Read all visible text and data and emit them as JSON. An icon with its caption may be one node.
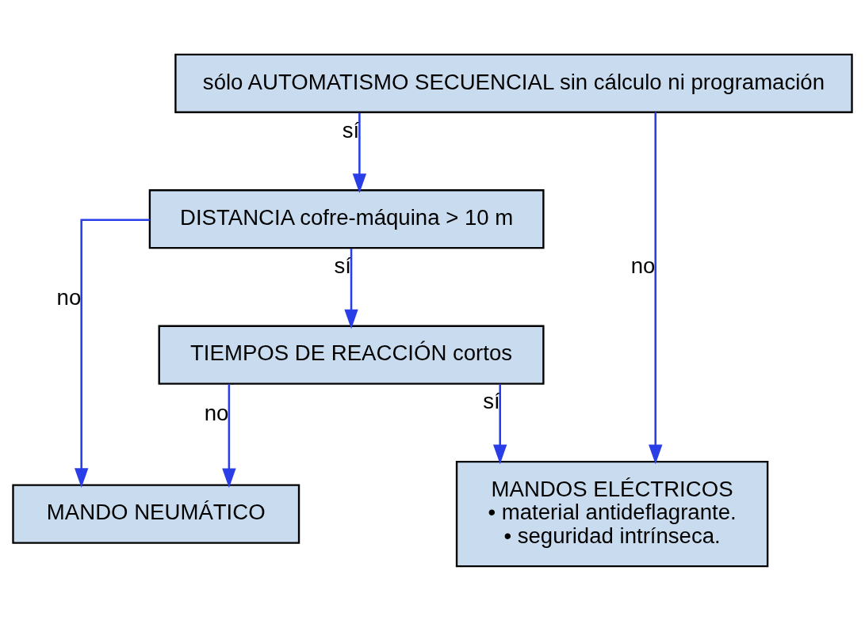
{
  "diagram": {
    "nodes": [
      {
        "text": [
          "sólo AUTOMATISMO SECUENCIAL sin cálculo ni programación"
        ]
      },
      {
        "text": [
          "DISTANCIA cofre-máquina > 10 m"
        ]
      },
      {
        "text": [
          "TIEMPOS DE REACCIÓN cortos"
        ]
      },
      {
        "text": [
          "MANDO NEUMÁTICO"
        ]
      },
      {
        "text": [
          "MANDOS ELÉCTRICOS",
          "• material antideflagrante.",
          "• seguridad intrínseca."
        ]
      }
    ],
    "edges": [
      {
        "from": 0,
        "to": 1,
        "arrow": "to",
        "label": "sí"
      },
      {
        "from": 0,
        "to": 4,
        "arrow": "to",
        "label": "no"
      },
      {
        "from": 1,
        "to": 3,
        "arrow": "to",
        "label": "no"
      },
      {
        "from": 1,
        "to": 2,
        "arrow": "to",
        "label": "sí"
      },
      {
        "from": 2,
        "to": 3,
        "arrow": "to",
        "label": "no"
      },
      {
        "from": 2,
        "to": 4,
        "arrow": "to",
        "label": "sí"
      }
    ]
  }
}
